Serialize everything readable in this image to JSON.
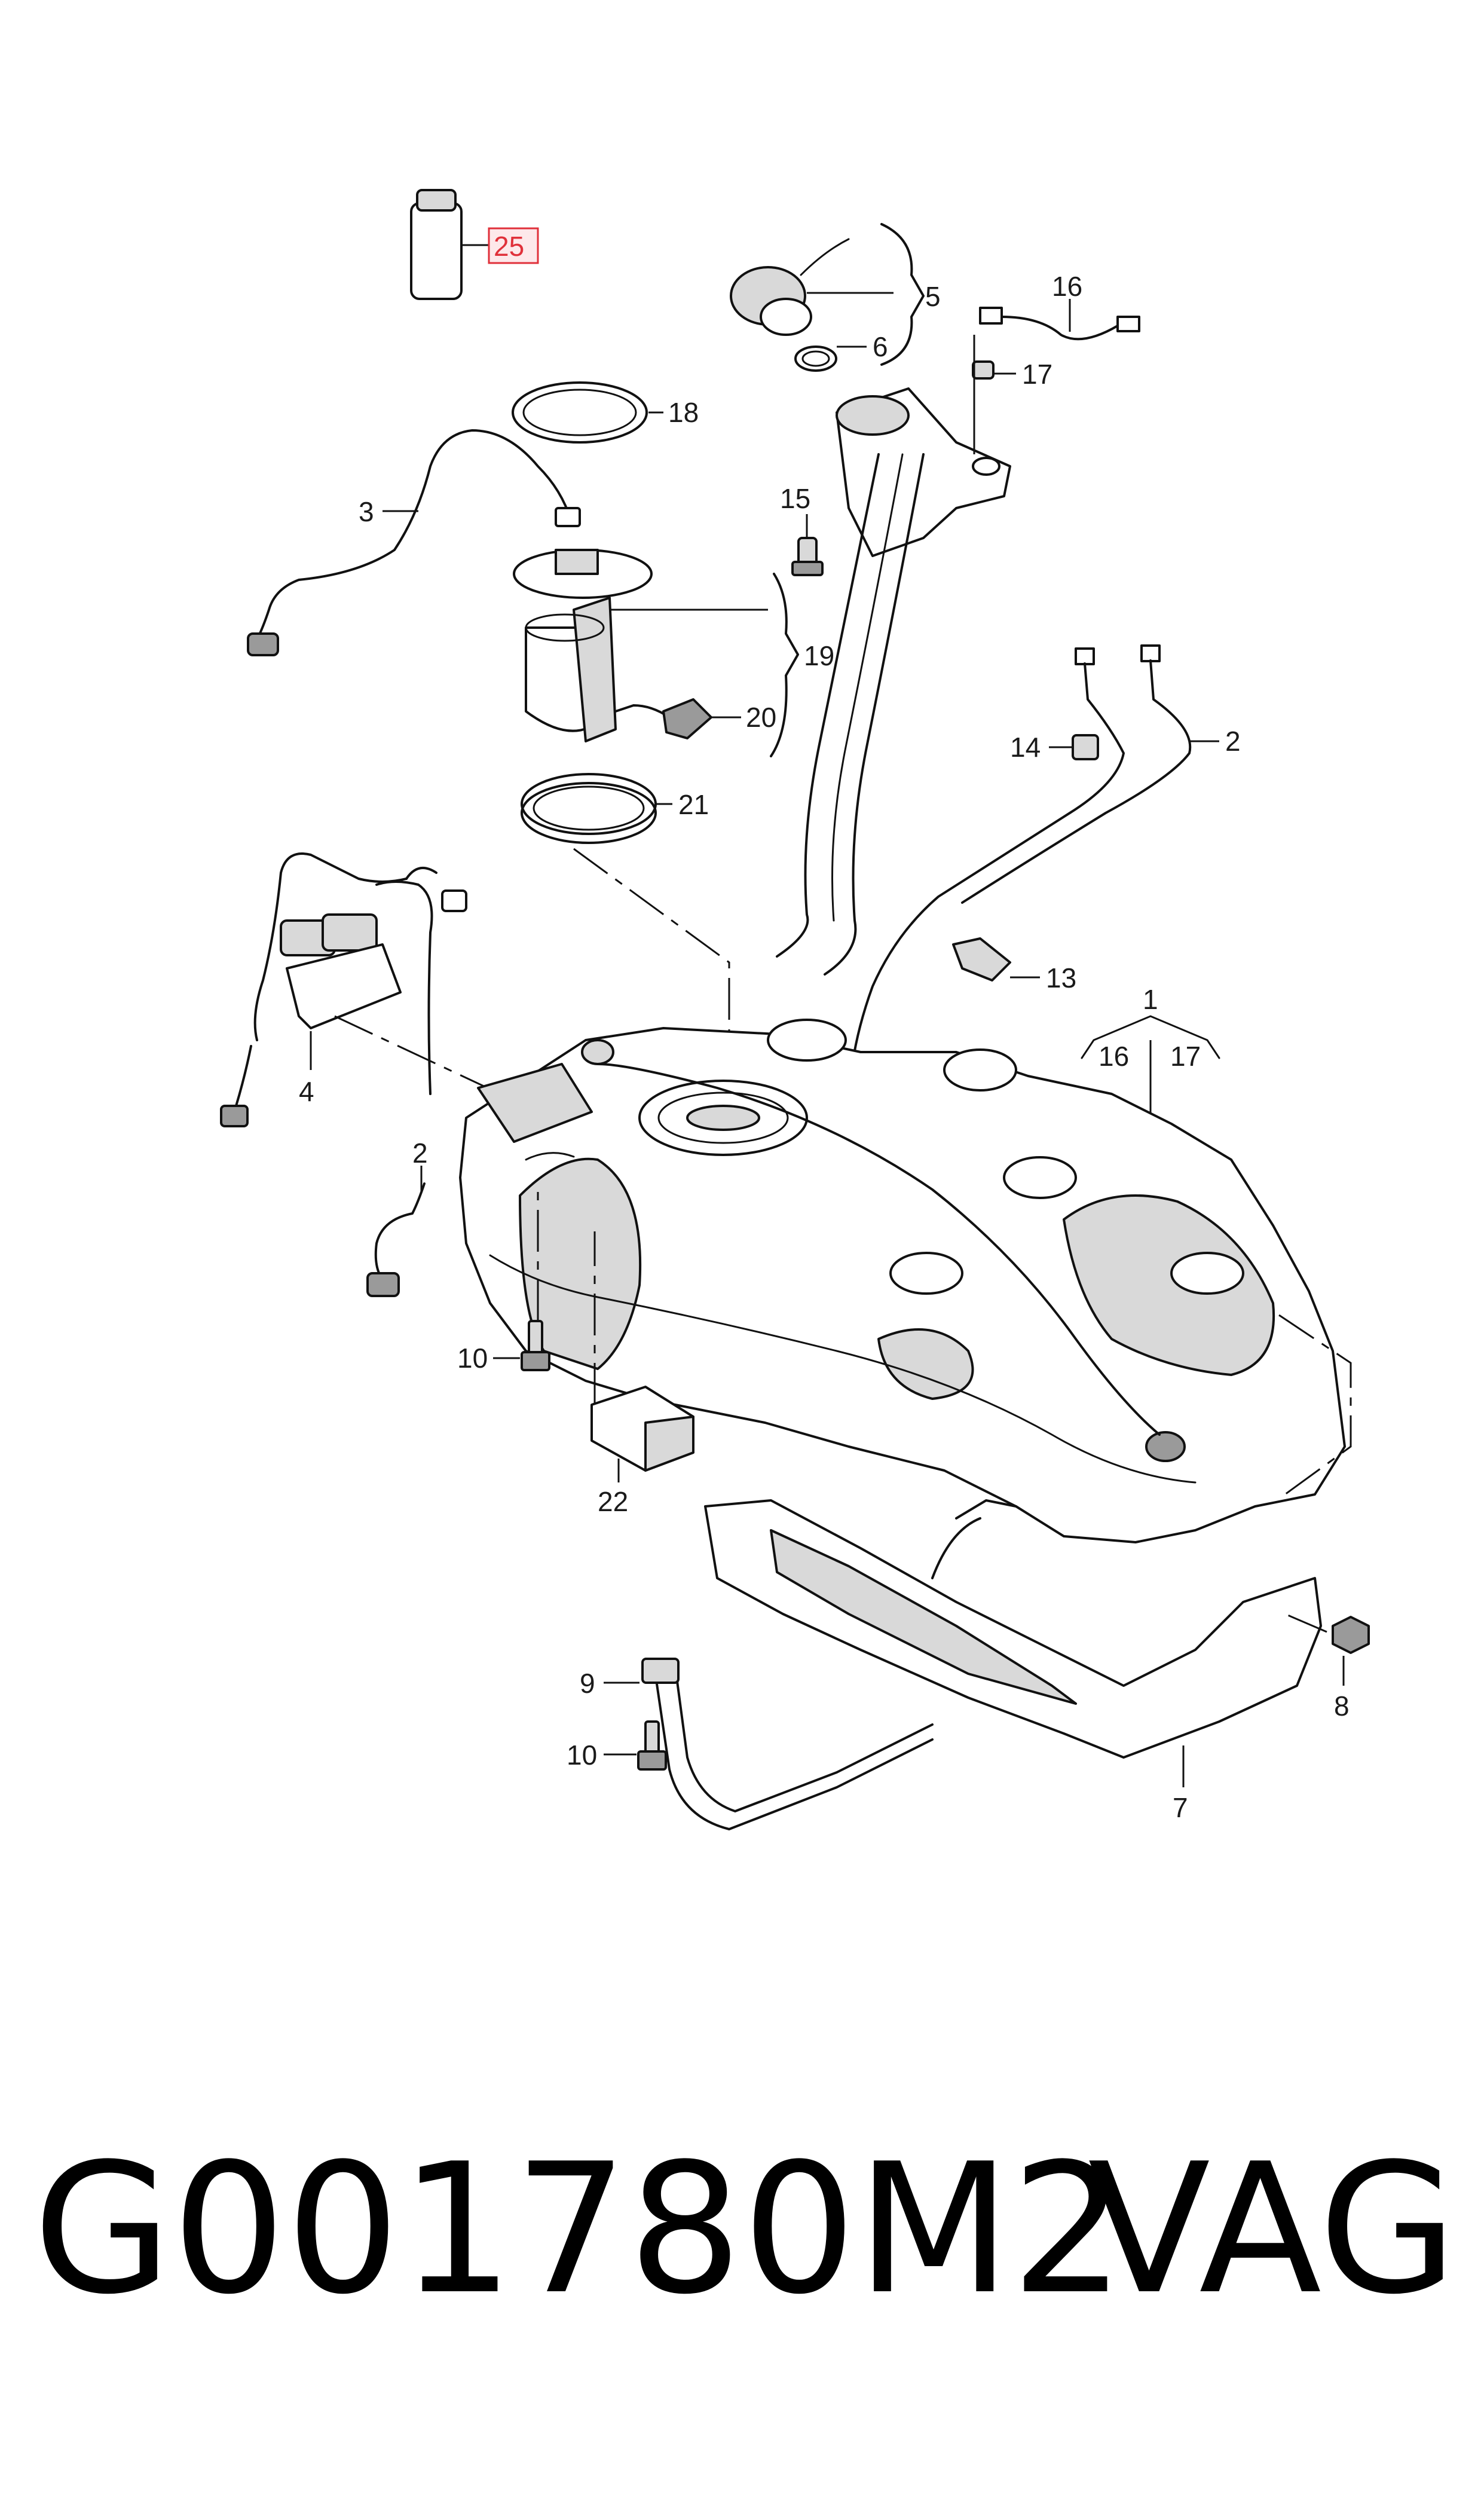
{
  "diagram": {
    "callouts": {
      "c1": "1",
      "c2a": "2",
      "c2b": "2",
      "c3": "3",
      "c4": "4",
      "c5": "5",
      "c6": "6",
      "c7": "7",
      "c8": "8",
      "c9": "9",
      "c10a": "10",
      "c10b": "10",
      "c13": "13",
      "c14": "14",
      "c15": "15",
      "c16a": "16",
      "c16b": "16",
      "c17a": "17",
      "c17b": "17",
      "c18": "18",
      "c19": "19",
      "c20": "20",
      "c21": "21",
      "c22": "22",
      "c25": "25"
    },
    "highlight_color": "#e0303a"
  },
  "footer": {
    "part_code": "G001780M2",
    "brand": "VAG"
  }
}
